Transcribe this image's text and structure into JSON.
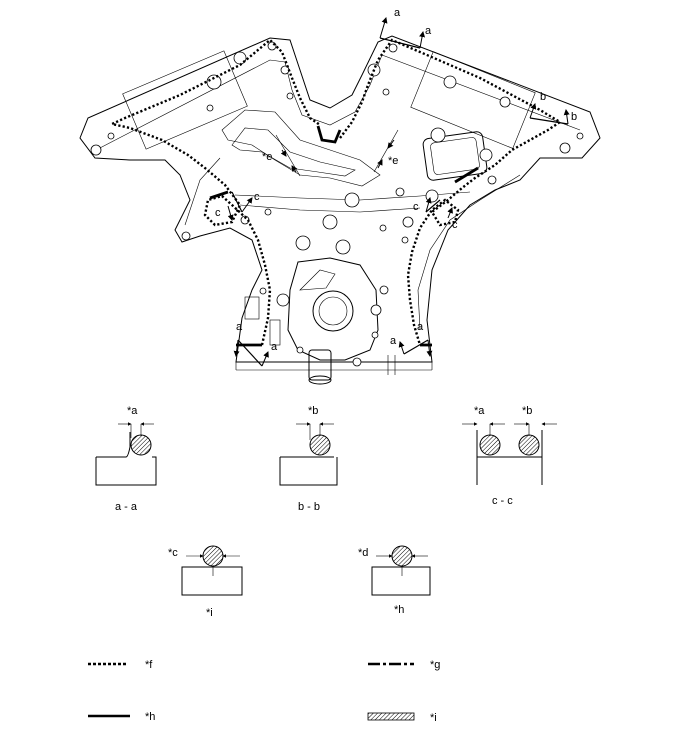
{
  "main_view": {
    "callouts": {
      "a": "a",
      "b": "b",
      "c": "c",
      "e": "*e"
    }
  },
  "sections": {
    "aa": {
      "dim": "*a",
      "caption": "a - a"
    },
    "bb": {
      "dim": "*b",
      "caption": "b - b"
    },
    "cc": {
      "dim_left": "*a",
      "dim_right": "*b",
      "caption": "c - c"
    }
  },
  "details": {
    "left": {
      "dim": "*c",
      "caption": "*i"
    },
    "right": {
      "dim": "*d",
      "caption": "*h"
    }
  },
  "legend": {
    "dotted": "*f",
    "dash_dot": "*g",
    "solid": "*h",
    "hatched": "*i"
  }
}
